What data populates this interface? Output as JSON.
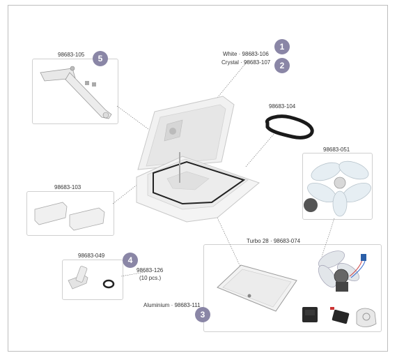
{
  "labels": {
    "part_105": "98683-105",
    "white": "White · 98683-106",
    "crystal": "Crystal · 98683-107",
    "part_104": "98683-104",
    "part_051": "98683-051",
    "part_103": "98683-103",
    "turbo": "Turbo 28 · 98683-074",
    "part_049": "98683-049",
    "part_126": "98683-126",
    "pcs": "(10 pcs.)",
    "aluminium": "Aluminium · 98683-111"
  },
  "badges": {
    "b1": "1",
    "b2": "2",
    "b3": "3",
    "b4": "4",
    "b5": "5"
  },
  "colors": {
    "badge": "#8a86a6",
    "frame": "#bdbdbd"
  }
}
